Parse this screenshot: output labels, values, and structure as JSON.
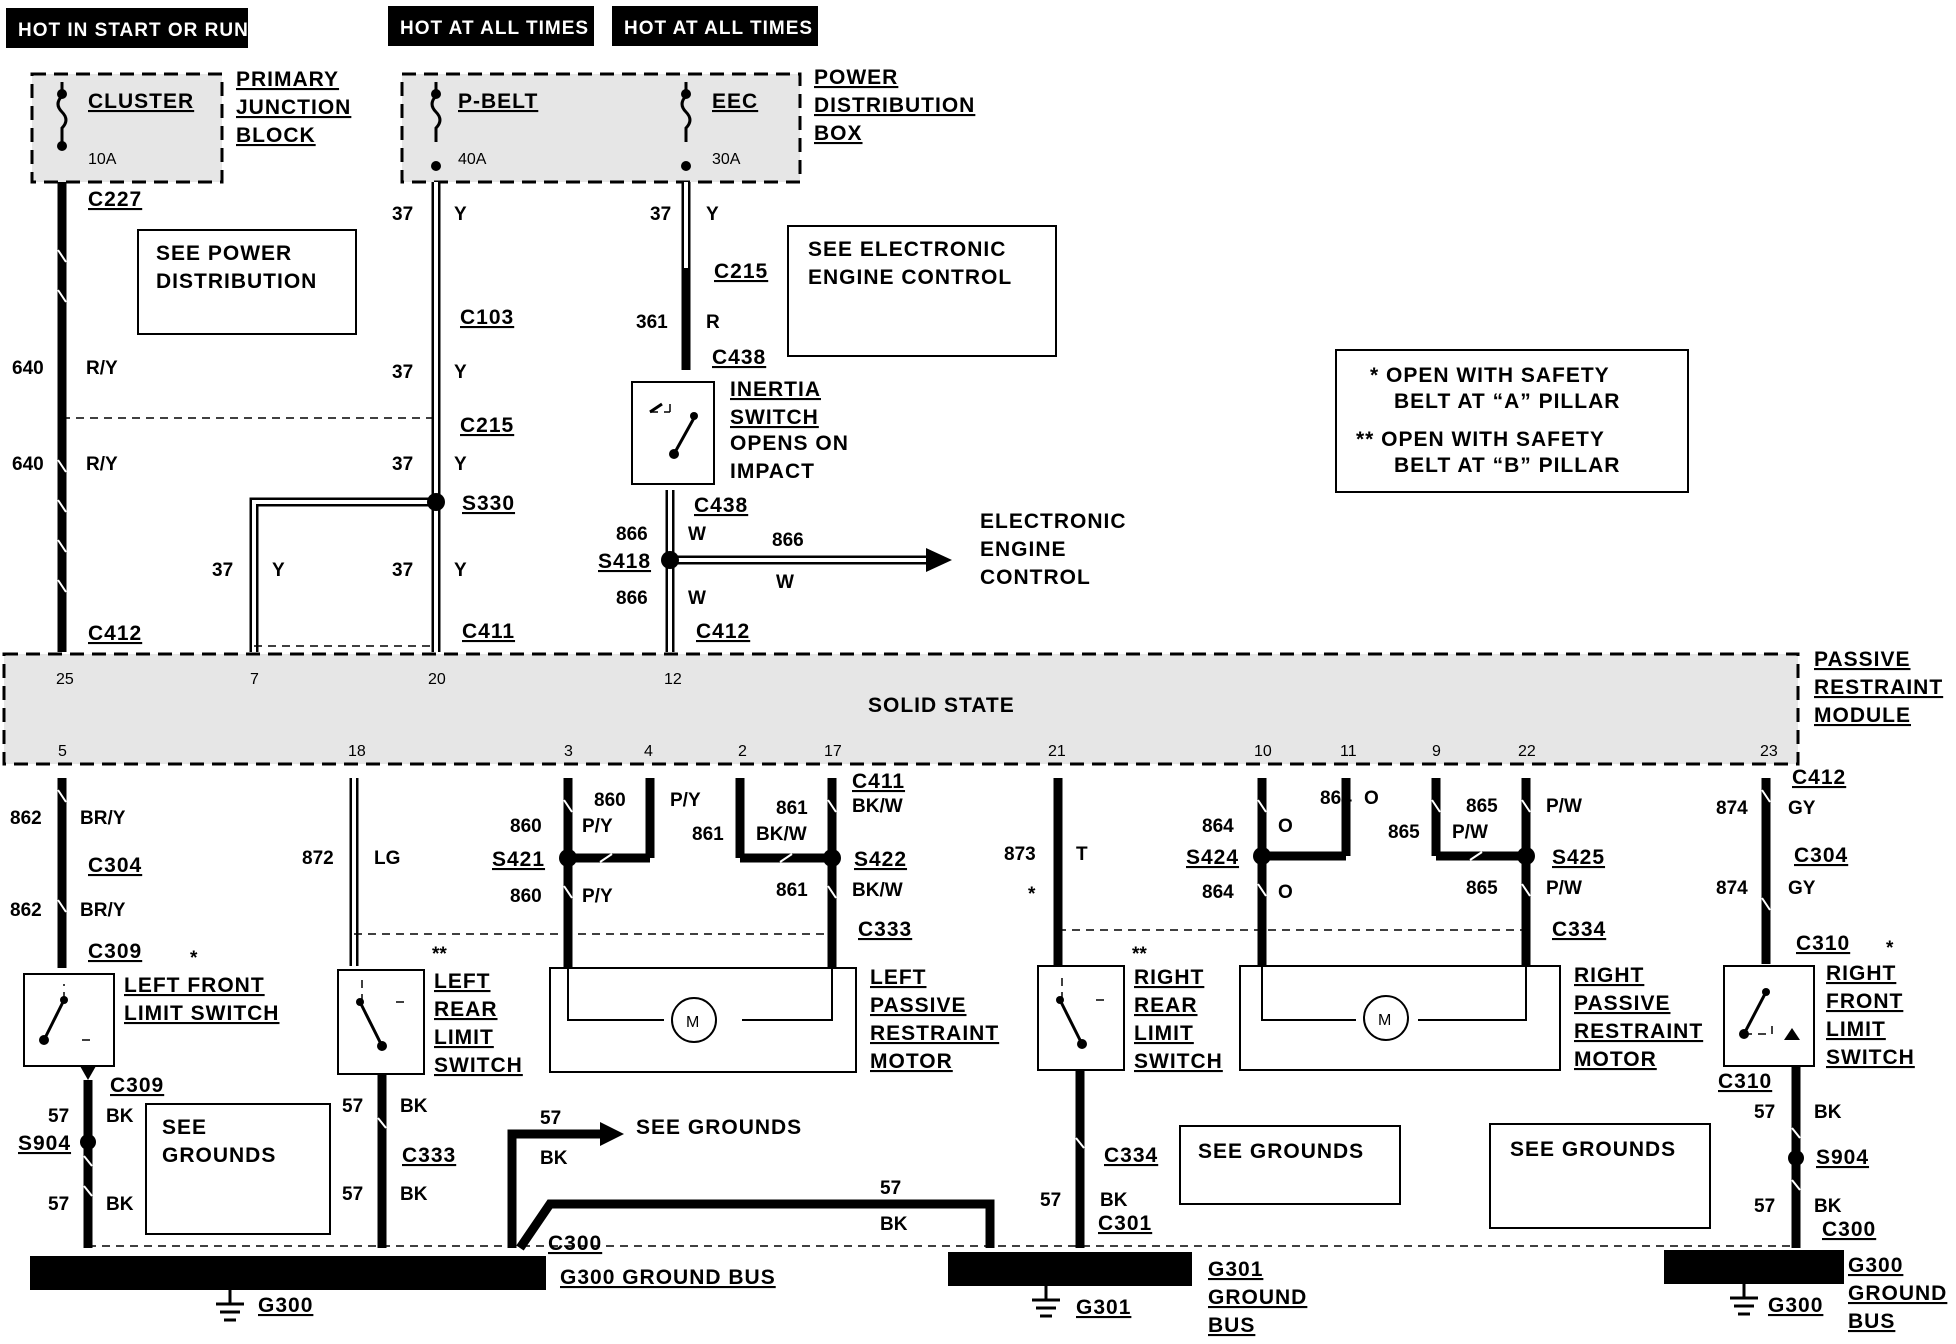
{
  "power_tags": {
    "hot_start_run": "HOT IN START OR RUN",
    "hot_all_times_1": "HOT AT ALL TIMES",
    "hot_all_times_2": "HOT AT ALL TIMES"
  },
  "fuses": {
    "cluster": {
      "name": "CLUSTER",
      "rating": "10A"
    },
    "pbelt": {
      "name": "P-BELT",
      "rating": "40A"
    },
    "eec": {
      "name": "EEC",
      "rating": "30A"
    }
  },
  "blocks": {
    "primary_junction": [
      "PRIMARY",
      "JUNCTION",
      "BLOCK"
    ],
    "power_distribution": [
      "POWER",
      "DISTRIBUTION",
      "BOX"
    ]
  },
  "notes": {
    "see_power": [
      "SEE POWER",
      "DISTRIBUTION"
    ],
    "see_eec": [
      "SEE ELECTRONIC",
      "ENGINE CONTROL"
    ],
    "legend": [
      "* OPEN WITH SAFETY",
      "BELT AT “A” PILLAR",
      "** OPEN WITH SAFETY",
      "BELT AT “B” PILLAR"
    ],
    "see_grounds": "SEE GROUNDS"
  },
  "connectors": {
    "c227": "C227",
    "c103": "C103",
    "c215a": "C215",
    "c215b": "C215",
    "c438a": "C438",
    "c438b": "C438",
    "s330": "S330",
    "s418": "S418",
    "c411a": "C411",
    "c412a": "C412",
    "c412b": "C412",
    "c411b": "C411",
    "c304a": "C304",
    "c309a": "C309",
    "c309b": "C309",
    "s421": "S421",
    "s422": "S422",
    "c333a": "C333",
    "c333b": "C333",
    "s904a": "S904",
    "c300a": "C300",
    "c412c": "C412",
    "c304b": "C304",
    "s424": "S424",
    "s425": "S425",
    "c334a": "C334",
    "c334b": "C334",
    "c310a": "C310",
    "c310b": "C310",
    "s904b": "S904",
    "c301": "C301",
    "c300b": "C300"
  },
  "wires": {
    "w37": "37",
    "y": "Y",
    "w361": "361",
    "r": "R",
    "w640": "640",
    "ry": "R/Y",
    "w866": "866",
    "w": "W",
    "w862": "862",
    "bry": "BR/Y",
    "w872": "872",
    "lg": "LG",
    "w860": "860",
    "py": "P/Y",
    "w861": "861",
    "bkw": "BK/W",
    "w57": "57",
    "bk": "BK",
    "w873": "873",
    "t": "T",
    "w864": "864",
    "o": "O",
    "w865": "865",
    "pw": "P/W",
    "w874": "874",
    "gy": "GY"
  },
  "eec_out": [
    "ELECTRONIC",
    "ENGINE",
    "CONTROL"
  ],
  "module": {
    "name": [
      "PASSIVE",
      "RESTRAINT",
      "MODULE"
    ],
    "inner": "SOLID STATE",
    "pins_top": [
      "25",
      "7",
      "20",
      "12"
    ],
    "pins_bottom": [
      "5",
      "18",
      "3",
      "4",
      "2",
      "17",
      "21",
      "10",
      "11",
      "9",
      "22",
      "23"
    ]
  },
  "inertia": [
    "INERTIA",
    "SWITCH",
    "OPENS ON",
    "IMPACT"
  ],
  "components": {
    "lf_limit": [
      "LEFT FRONT",
      "LIMIT SWITCH"
    ],
    "lr_limit": [
      "LEFT",
      "REAR",
      "LIMIT",
      "SWITCH"
    ],
    "l_motor": [
      "LEFT",
      "PASSIVE",
      "RESTRAINT",
      "MOTOR"
    ],
    "rr_limit": [
      "RIGHT",
      "REAR",
      "LIMIT",
      "SWITCH"
    ],
    "r_motor": [
      "RIGHT",
      "PASSIVE",
      "RESTRAINT",
      "MOTOR"
    ],
    "rf_limit": [
      "RIGHT",
      "FRONT",
      "LIMIT",
      "SWITCH"
    ],
    "motor_symbol": "M"
  },
  "grounds": {
    "g300_bus": "G300 GROUND BUS",
    "g300": "G300",
    "g301_bus": [
      "G301",
      "GROUND",
      "BUS"
    ],
    "g301": "G301",
    "g300b_bus": [
      "G300",
      "GROUND",
      "BUS"
    ],
    "g300b": "G300"
  },
  "marks": {
    "single": "*",
    "double": "**"
  }
}
